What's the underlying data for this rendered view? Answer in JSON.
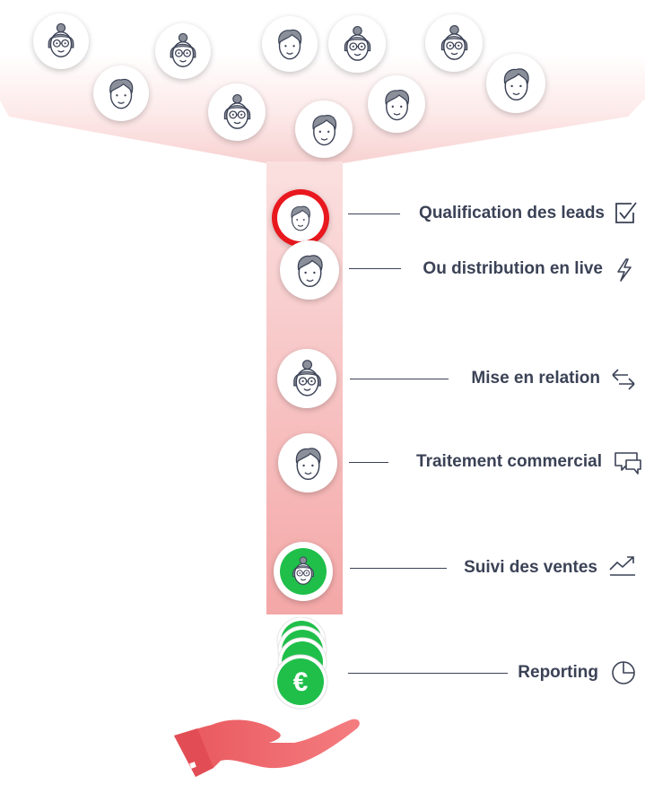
{
  "colors": {
    "funnel": "#f7c4c4",
    "text": "#3b4256",
    "qualified": "#e8181e",
    "won": "#1fbf4a",
    "coin": "#1fbf4a",
    "hand": "#ef6a6f"
  },
  "steps": [
    {
      "label": "Qualification des leads",
      "icon": "checkbox-icon"
    },
    {
      "label": "Ou distribution en live",
      "icon": "lightning-icon"
    },
    {
      "label": "Mise en relation",
      "icon": "exchange-arrows-icon"
    },
    {
      "label": "Traitement commercial",
      "icon": "chat-bubbles-icon"
    },
    {
      "label": "Suivi des ventes",
      "icon": "trend-up-icon"
    },
    {
      "label": "Reporting",
      "icon": "pie-chart-icon"
    }
  ],
  "coin": {
    "symbol": "€"
  }
}
